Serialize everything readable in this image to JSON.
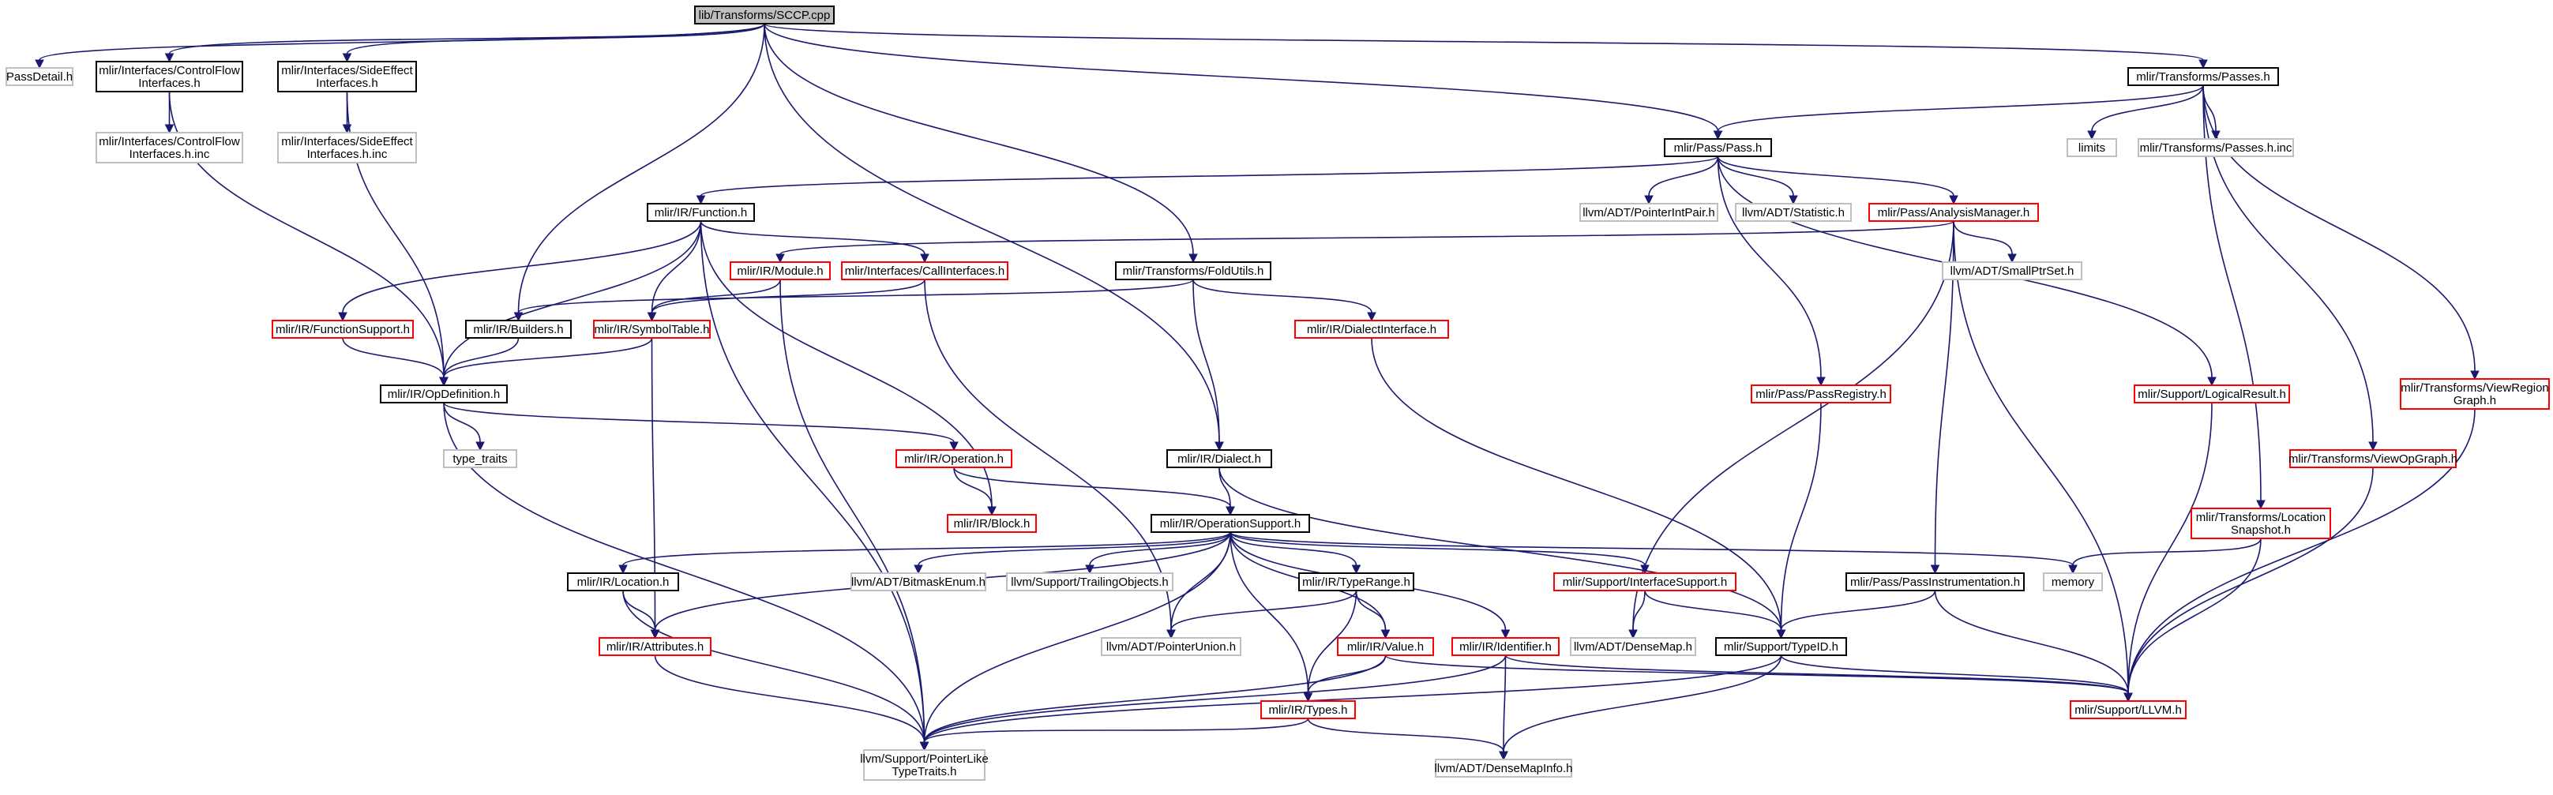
{
  "colors": {
    "root_fill": "#bfbfbf",
    "root_stroke": "#000000",
    "documented_stroke": "#000000",
    "truncated_stroke": "#ff0000",
    "external_stroke": "#bfbfbf",
    "edge": "#191970",
    "text": "#000000"
  },
  "nodes": [
    {
      "id": "sccp",
      "kind": "root",
      "lines": [
        "lib/Transforms/SCCP.cpp"
      ]
    },
    {
      "id": "passdetail",
      "kind": "external",
      "lines": [
        "PassDetail.h"
      ]
    },
    {
      "id": "cfi",
      "kind": "documented",
      "lines": [
        "mlir/Interfaces/ControlFlow",
        "Interfaces.h"
      ]
    },
    {
      "id": "sei",
      "kind": "documented",
      "lines": [
        "mlir/Interfaces/SideEffect",
        "Interfaces.h"
      ]
    },
    {
      "id": "passes",
      "kind": "documented",
      "lines": [
        "mlir/Transforms/Passes.h"
      ]
    },
    {
      "id": "cfiinc",
      "kind": "external",
      "lines": [
        "mlir/Interfaces/ControlFlow",
        "Interfaces.h.inc"
      ]
    },
    {
      "id": "seiinc",
      "kind": "external",
      "lines": [
        "mlir/Interfaces/SideEffect",
        "Interfaces.h.inc"
      ]
    },
    {
      "id": "limits",
      "kind": "external",
      "lines": [
        "limits"
      ]
    },
    {
      "id": "passesinc",
      "kind": "external",
      "lines": [
        "mlir/Transforms/Passes.h.inc"
      ]
    },
    {
      "id": "pass",
      "kind": "documented",
      "lines": [
        "mlir/Pass/Pass.h"
      ]
    },
    {
      "id": "function",
      "kind": "documented",
      "lines": [
        "mlir/IR/Function.h"
      ]
    },
    {
      "id": "ptrintpair",
      "kind": "external",
      "lines": [
        "llvm/ADT/PointerIntPair.h"
      ]
    },
    {
      "id": "statistic",
      "kind": "external",
      "lines": [
        "llvm/ADT/Statistic.h"
      ]
    },
    {
      "id": "analysis",
      "kind": "truncated",
      "lines": [
        "mlir/Pass/AnalysisManager.h"
      ]
    },
    {
      "id": "module",
      "kind": "truncated",
      "lines": [
        "mlir/IR/Module.h"
      ]
    },
    {
      "id": "callif",
      "kind": "truncated",
      "lines": [
        "mlir/Interfaces/CallInterfaces.h"
      ]
    },
    {
      "id": "foldutils",
      "kind": "documented",
      "lines": [
        "mlir/Transforms/FoldUtils.h"
      ]
    },
    {
      "id": "smallptrset",
      "kind": "external",
      "lines": [
        "llvm/ADT/SmallPtrSet.h"
      ]
    },
    {
      "id": "funcsupport",
      "kind": "truncated",
      "lines": [
        "mlir/IR/FunctionSupport.h"
      ]
    },
    {
      "id": "builders",
      "kind": "documented",
      "lines": [
        "mlir/IR/Builders.h"
      ]
    },
    {
      "id": "symtab",
      "kind": "truncated",
      "lines": [
        "mlir/IR/SymbolTable.h"
      ]
    },
    {
      "id": "dialectif",
      "kind": "truncated",
      "lines": [
        "mlir/IR/DialectInterface.h"
      ]
    },
    {
      "id": "opdef",
      "kind": "documented",
      "lines": [
        "mlir/IR/OpDefinition.h"
      ]
    },
    {
      "id": "passreg",
      "kind": "truncated",
      "lines": [
        "mlir/Pass/PassRegistry.h"
      ]
    },
    {
      "id": "logical",
      "kind": "truncated",
      "lines": [
        "mlir/Support/LogicalResult.h"
      ]
    },
    {
      "id": "viewregion",
      "kind": "truncated",
      "lines": [
        "mlir/Transforms/ViewRegion",
        "Graph.h"
      ]
    },
    {
      "id": "typetraits",
      "kind": "external",
      "lines": [
        "type_traits"
      ]
    },
    {
      "id": "operation",
      "kind": "truncated",
      "lines": [
        "mlir/IR/Operation.h"
      ]
    },
    {
      "id": "dialect",
      "kind": "documented",
      "lines": [
        "mlir/IR/Dialect.h"
      ]
    },
    {
      "id": "viewopgraph",
      "kind": "truncated",
      "lines": [
        "mlir/Transforms/ViewOpGraph.h"
      ]
    },
    {
      "id": "block",
      "kind": "truncated",
      "lines": [
        "mlir/IR/Block.h"
      ]
    },
    {
      "id": "opsupport",
      "kind": "documented",
      "lines": [
        "mlir/IR/OperationSupport.h"
      ]
    },
    {
      "id": "locsnap",
      "kind": "truncated",
      "lines": [
        "mlir/Transforms/Location",
        "Snapshot.h"
      ]
    },
    {
      "id": "memory",
      "kind": "external",
      "lines": [
        "memory"
      ]
    },
    {
      "id": "location",
      "kind": "documented",
      "lines": [
        "mlir/IR/Location.h"
      ]
    },
    {
      "id": "bitmask",
      "kind": "external",
      "lines": [
        "llvm/ADT/BitmaskEnum.h"
      ]
    },
    {
      "id": "trailing",
      "kind": "external",
      "lines": [
        "llvm/Support/TrailingObjects.h"
      ]
    },
    {
      "id": "typerange",
      "kind": "documented",
      "lines": [
        "mlir/IR/TypeRange.h"
      ]
    },
    {
      "id": "ifsupport",
      "kind": "truncated",
      "lines": [
        "mlir/Support/InterfaceSupport.h"
      ]
    },
    {
      "id": "passinstr",
      "kind": "documented",
      "lines": [
        "mlir/Pass/PassInstrumentation.h"
      ]
    },
    {
      "id": "attributes",
      "kind": "truncated",
      "lines": [
        "mlir/IR/Attributes.h"
      ]
    },
    {
      "id": "ptrunion",
      "kind": "external",
      "lines": [
        "llvm/ADT/PointerUnion.h"
      ]
    },
    {
      "id": "value",
      "kind": "truncated",
      "lines": [
        "mlir/IR/Value.h"
      ]
    },
    {
      "id": "identifier",
      "kind": "truncated",
      "lines": [
        "mlir/IR/Identifier.h"
      ]
    },
    {
      "id": "densemap",
      "kind": "external",
      "lines": [
        "llvm/ADT/DenseMap.h"
      ]
    },
    {
      "id": "typeid",
      "kind": "documented",
      "lines": [
        "mlir/Support/TypeID.h"
      ]
    },
    {
      "id": "llvmh",
      "kind": "truncated",
      "lines": [
        "mlir/Support/LLVM.h"
      ]
    },
    {
      "id": "types",
      "kind": "truncated",
      "lines": [
        "mlir/IR/Types.h"
      ]
    },
    {
      "id": "ptrlike",
      "kind": "external",
      "lines": [
        "llvm/Support/PointerLike",
        "TypeTraits.h"
      ]
    },
    {
      "id": "densemapinfo",
      "kind": "external",
      "lines": [
        "llvm/ADT/DenseMapInfo.h"
      ]
    }
  ],
  "edges": [
    [
      "sccp",
      "passdetail"
    ],
    [
      "sccp",
      "cfi"
    ],
    [
      "sccp",
      "sei"
    ],
    [
      "sccp",
      "passes"
    ],
    [
      "sccp",
      "pass"
    ],
    [
      "sccp",
      "builders"
    ],
    [
      "sccp",
      "foldutils"
    ],
    [
      "sccp",
      "dialect"
    ],
    [
      "cfi",
      "cfiinc"
    ],
    [
      "cfi",
      "opdef"
    ],
    [
      "sei",
      "seiinc"
    ],
    [
      "sei",
      "opdef"
    ],
    [
      "passes",
      "pass"
    ],
    [
      "passes",
      "limits"
    ],
    [
      "passes",
      "passesinc"
    ],
    [
      "passes",
      "locsnap"
    ],
    [
      "passes",
      "viewopgraph"
    ],
    [
      "passes",
      "viewregion"
    ],
    [
      "pass",
      "function"
    ],
    [
      "pass",
      "ptrintpair"
    ],
    [
      "pass",
      "statistic"
    ],
    [
      "pass",
      "analysis"
    ],
    [
      "pass",
      "passreg"
    ],
    [
      "pass",
      "logical"
    ],
    [
      "function",
      "callif"
    ],
    [
      "function",
      "funcsupport"
    ],
    [
      "function",
      "opdef"
    ],
    [
      "function",
      "symtab"
    ],
    [
      "function",
      "block"
    ],
    [
      "function",
      "ptrlike"
    ],
    [
      "analysis",
      "module"
    ],
    [
      "analysis",
      "smallptrset"
    ],
    [
      "analysis",
      "passinstr"
    ],
    [
      "analysis",
      "densemap"
    ],
    [
      "analysis",
      "llvmh"
    ],
    [
      "module",
      "symtab"
    ],
    [
      "module",
      "ptrlike"
    ],
    [
      "callif",
      "symtab"
    ],
    [
      "callif",
      "ptrunion"
    ],
    [
      "foldutils",
      "builders"
    ],
    [
      "foldutils",
      "dialectif"
    ],
    [
      "foldutils",
      "dialect"
    ],
    [
      "funcsupport",
      "opdef"
    ],
    [
      "builders",
      "opdef"
    ],
    [
      "symtab",
      "opdef"
    ],
    [
      "symtab",
      "attributes"
    ],
    [
      "dialectif",
      "typeid"
    ],
    [
      "opdef",
      "typetraits"
    ],
    [
      "opdef",
      "operation"
    ],
    [
      "opdef",
      "ptrlike"
    ],
    [
      "passreg",
      "typeid"
    ],
    [
      "logical",
      "llvmh"
    ],
    [
      "viewregion",
      "llvmh"
    ],
    [
      "operation",
      "block"
    ],
    [
      "operation",
      "opsupport"
    ],
    [
      "dialect",
      "opsupport"
    ],
    [
      "dialect",
      "typeid"
    ],
    [
      "viewopgraph",
      "llvmh"
    ],
    [
      "opsupport",
      "location"
    ],
    [
      "opsupport",
      "attributes"
    ],
    [
      "opsupport",
      "bitmask"
    ],
    [
      "opsupport",
      "trailing"
    ],
    [
      "opsupport",
      "ptrunion"
    ],
    [
      "opsupport",
      "ptrlike"
    ],
    [
      "opsupport",
      "typerange"
    ],
    [
      "opsupport",
      "types"
    ],
    [
      "opsupport",
      "value"
    ],
    [
      "opsupport",
      "identifier"
    ],
    [
      "opsupport",
      "ifsupport"
    ],
    [
      "opsupport",
      "memory"
    ],
    [
      "locsnap",
      "memory"
    ],
    [
      "locsnap",
      "llvmh"
    ],
    [
      "location",
      "attributes"
    ],
    [
      "location",
      "ptrlike"
    ],
    [
      "typerange",
      "ptrunion"
    ],
    [
      "typerange",
      "value"
    ],
    [
      "typerange",
      "types"
    ],
    [
      "ifsupport",
      "densemap"
    ],
    [
      "ifsupport",
      "typeid"
    ],
    [
      "passinstr",
      "typeid"
    ],
    [
      "passinstr",
      "llvmh"
    ],
    [
      "attributes",
      "ptrlike"
    ],
    [
      "value",
      "types"
    ],
    [
      "value",
      "ptrlike"
    ],
    [
      "value",
      "llvmh"
    ],
    [
      "identifier",
      "ptrlike"
    ],
    [
      "identifier",
      "densemapinfo"
    ],
    [
      "identifier",
      "llvmh"
    ],
    [
      "typeid",
      "llvmh"
    ],
    [
      "typeid",
      "ptrlike"
    ],
    [
      "typeid",
      "densemapinfo"
    ],
    [
      "types",
      "ptrlike"
    ],
    [
      "types",
      "densemapinfo"
    ]
  ]
}
